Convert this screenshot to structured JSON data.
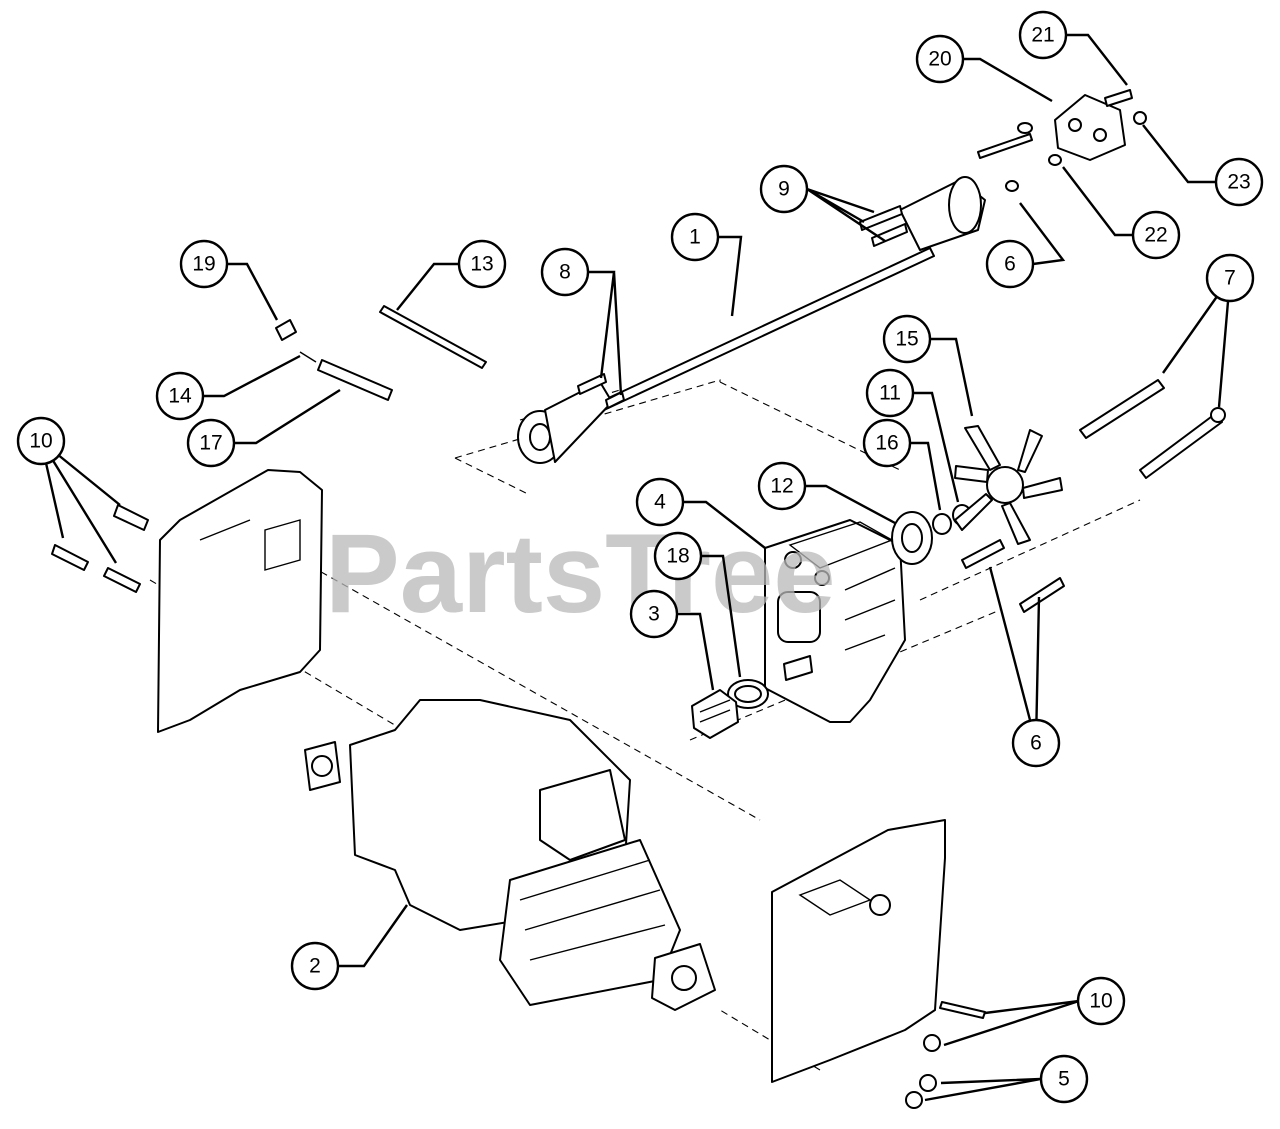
{
  "watermark": {
    "text": "PartsTree",
    "color": "#b9b9b9"
  },
  "callouts": [
    {
      "label": "1"
    },
    {
      "label": "2"
    },
    {
      "label": "3"
    },
    {
      "label": "4"
    },
    {
      "label": "5"
    },
    {
      "label": "6"
    },
    {
      "label": "6"
    },
    {
      "label": "7"
    },
    {
      "label": "8"
    },
    {
      "label": "9"
    },
    {
      "label": "10"
    },
    {
      "label": "10"
    },
    {
      "label": "11"
    },
    {
      "label": "12"
    },
    {
      "label": "13"
    },
    {
      "label": "14"
    },
    {
      "label": "15"
    },
    {
      "label": "16"
    },
    {
      "label": "17"
    },
    {
      "label": "18"
    },
    {
      "label": "19"
    },
    {
      "label": "20"
    },
    {
      "label": "21"
    },
    {
      "label": "22"
    },
    {
      "label": "23"
    }
  ]
}
